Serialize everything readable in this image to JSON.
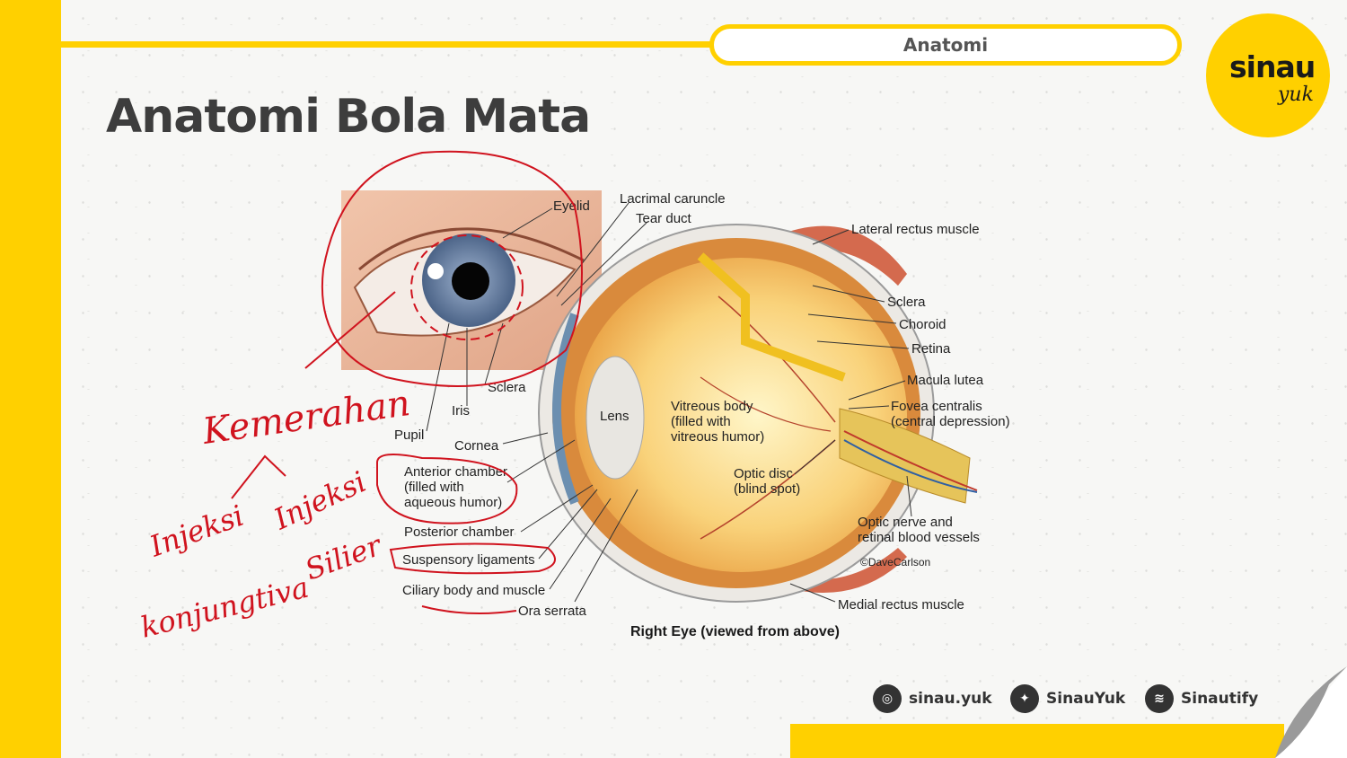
{
  "header": {
    "section_label": "Anatomi"
  },
  "logo": {
    "main": "sinau",
    "sub": "yuk"
  },
  "slide": {
    "title": "Anatomi Bola Mata"
  },
  "diagram": {
    "labels": {
      "eyelid": "Eyelid",
      "lacrimal_caruncle": "Lacrimal caruncle",
      "tear_duct": "Tear duct",
      "lateral_rectus": "Lateral rectus muscle",
      "sclera_right": "Sclera",
      "choroid": "Choroid",
      "retina": "Retina",
      "macula": "Macula lutea",
      "fovea_1": "Fovea centralis",
      "fovea_2": "(central depression)",
      "sclera_left": "Sclera",
      "iris": "Iris",
      "pupil": "Pupil",
      "cornea": "Cornea",
      "lens": "Lens",
      "vitreous_1": "Vitreous body",
      "vitreous_2": "(filled with",
      "vitreous_3": "vitreous humor)",
      "optic_disc_1": "Optic disc",
      "optic_disc_2": "(blind spot)",
      "optic_nerve_1": "Optic nerve and",
      "optic_nerve_2": "retinal blood vessels",
      "anterior_1": "Anterior chamber",
      "anterior_2": "(filled with",
      "anterior_3": "aqueous humor)",
      "posterior": "Posterior chamber",
      "suspensory": "Suspensory ligaments",
      "ciliary": "Ciliary body and muscle",
      "ora": "Ora serrata",
      "credit": "©DaveCarlson",
      "medial_rectus": "Medial rectus muscle"
    },
    "caption": "Right Eye (viewed from above)"
  },
  "handwriting": {
    "word_1": "Kemerahan",
    "word_2": "Injeksi",
    "word_3": "konjungtiva",
    "word_4": "Injeksi",
    "word_5": "Silier"
  },
  "social": {
    "instagram": "sinau.yuk",
    "twitter": "SinauYuk",
    "spotify": "Sinautify"
  },
  "colors": {
    "accent": "#ffd000",
    "annotation": "#d0131e",
    "text_dark": "#3d3d3d"
  }
}
